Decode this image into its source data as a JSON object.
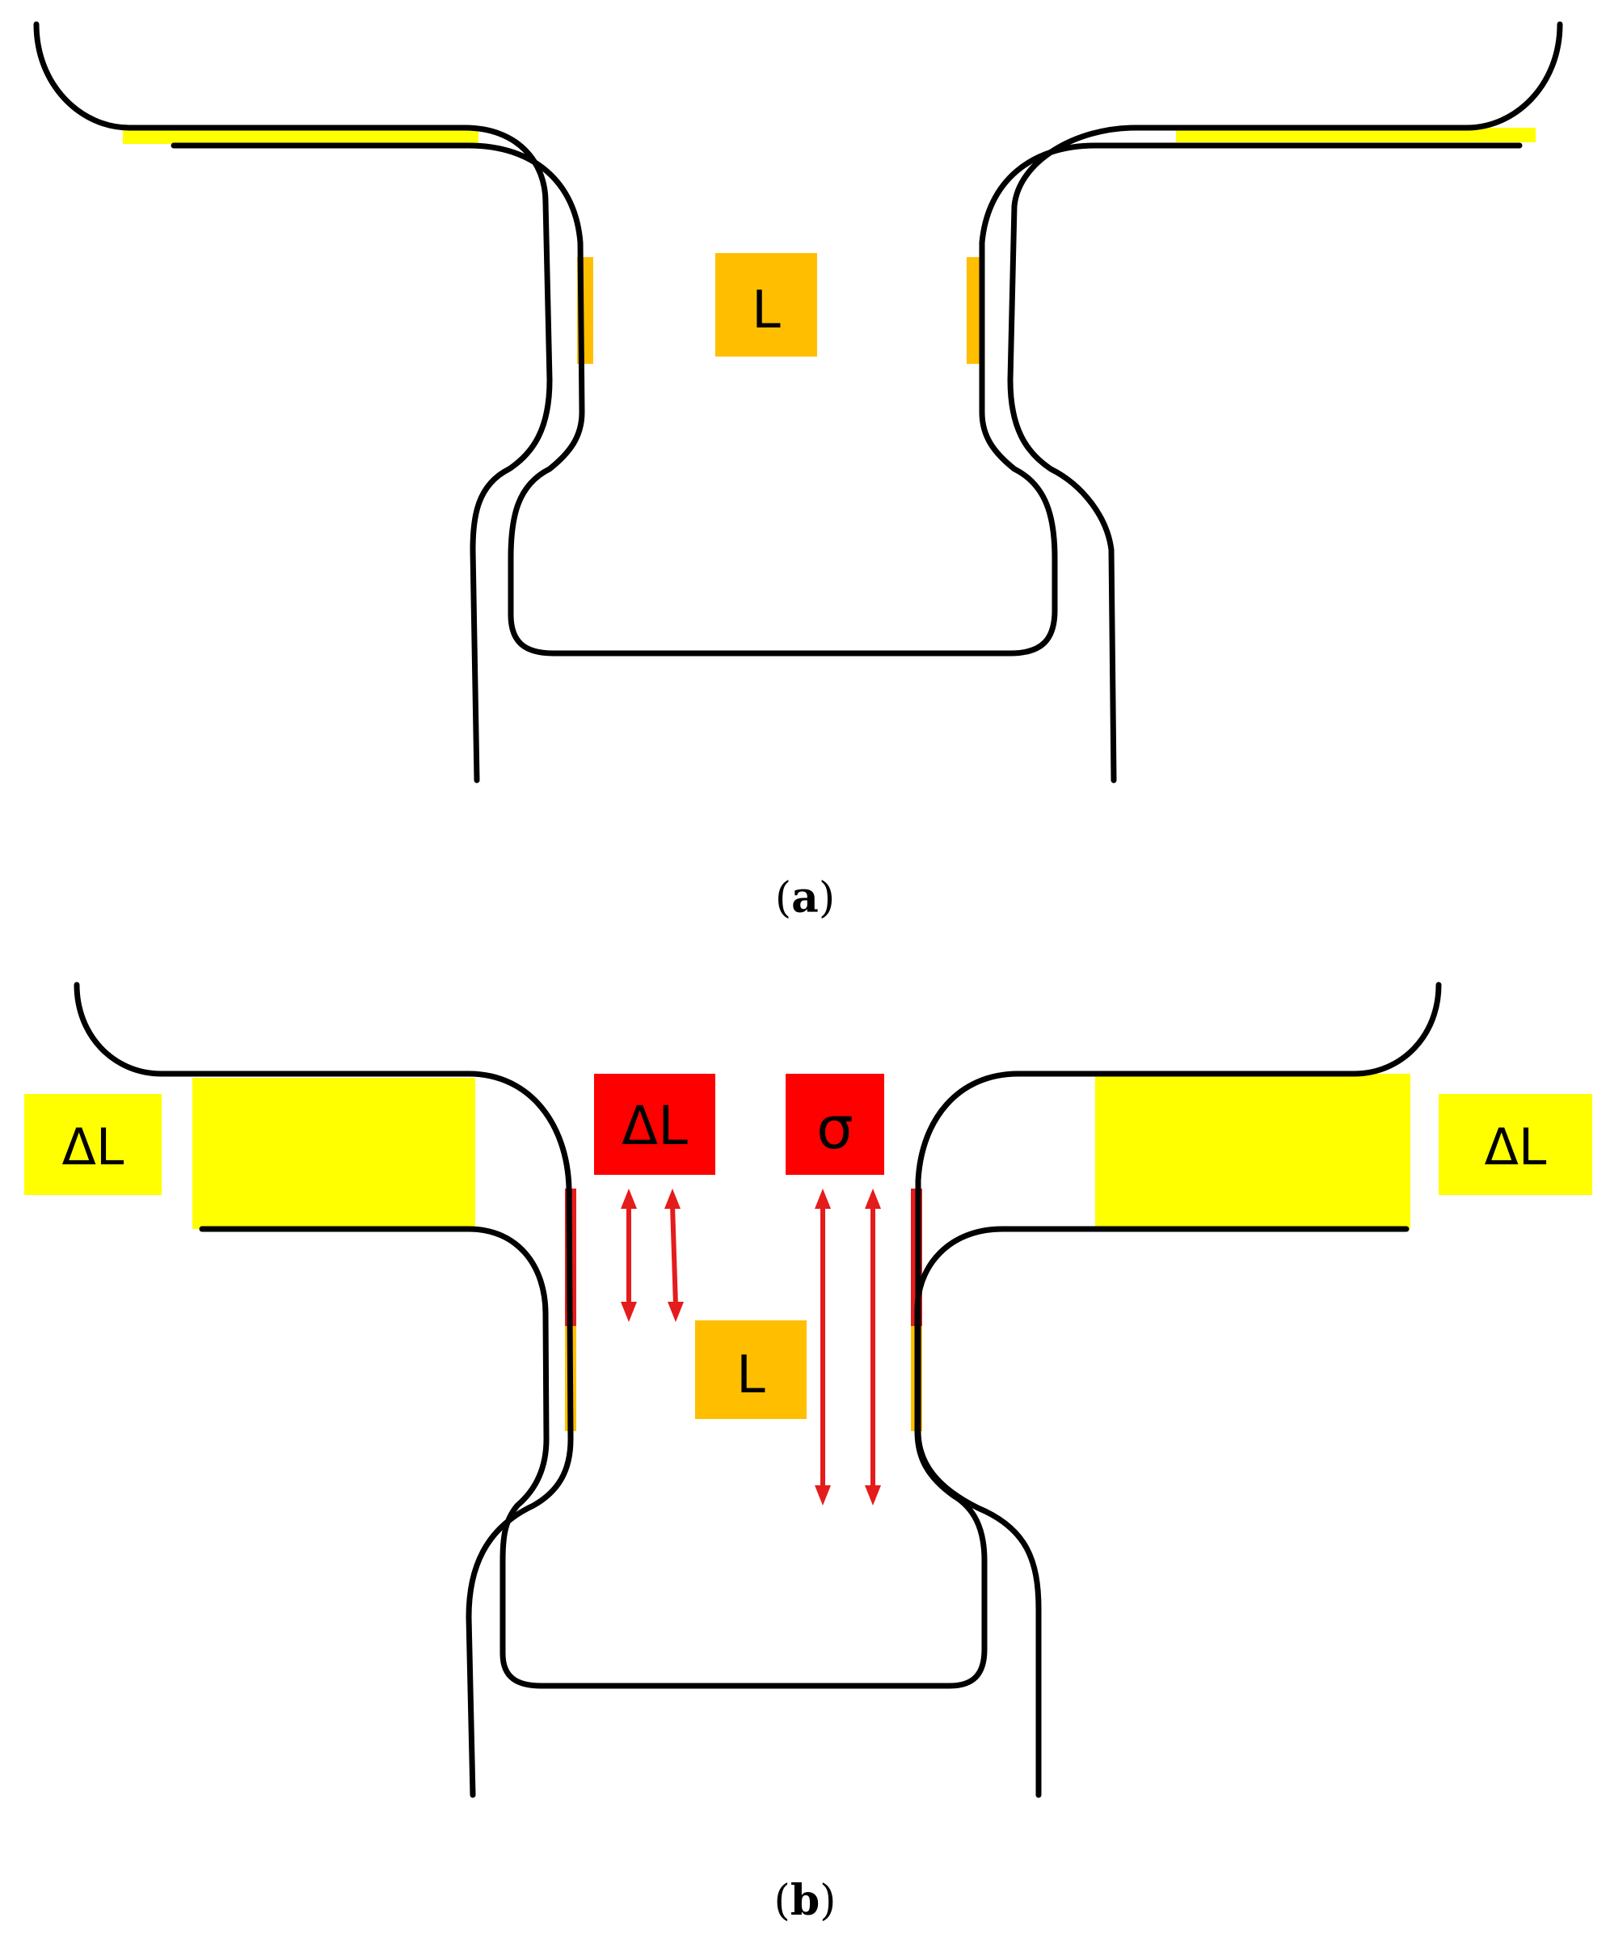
{
  "colors": {
    "line": "#000000",
    "highlight_yellow": "#ffff00",
    "label_orange": "#ffbf00",
    "label_red": "#ff0000",
    "arrow_red": "#e41c1c"
  },
  "panel_a": {
    "caption_letter": "a",
    "label_L": "L"
  },
  "panel_b": {
    "caption_letter": "b",
    "label_L": "L",
    "label_deltaL_red": "ΔL",
    "label_sigma_red": "σ",
    "label_deltaL_left": "ΔL",
    "label_deltaL_right": "ΔL"
  }
}
